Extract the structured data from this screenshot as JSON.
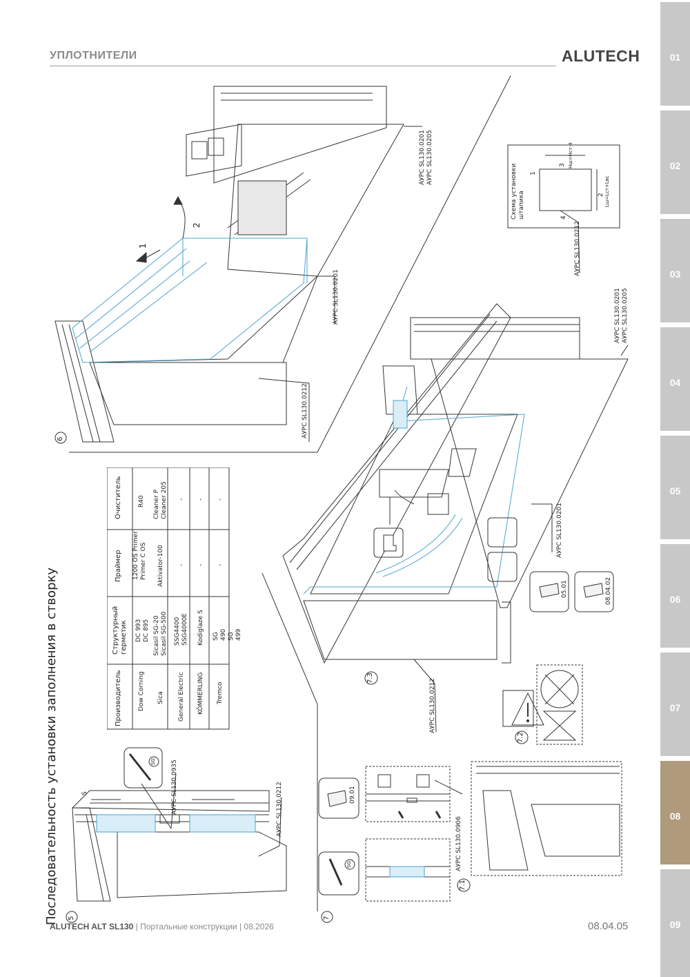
{
  "header": {
    "section_title": "УПЛОТНИТЕЛИ",
    "brand": "ALUTECH"
  },
  "side_tabs": [
    {
      "label": "01",
      "active": false
    },
    {
      "label": "02",
      "active": false
    },
    {
      "label": "03",
      "active": false
    },
    {
      "label": "04",
      "active": false
    },
    {
      "label": "05",
      "active": false
    },
    {
      "label": "06",
      "active": false
    },
    {
      "label": "07",
      "active": false
    },
    {
      "label": "08",
      "active": true
    },
    {
      "label": "09",
      "active": false
    }
  ],
  "page_heading": "Последовательность установки заполнения в створку",
  "table": {
    "headers": [
      "Производитель",
      "Структурный герметик",
      "Праймер",
      "Очиститель"
    ],
    "rows": [
      {
        "maker": "Dow Corning",
        "sealant": "DC 993 DC 895",
        "primer": "1200 OS Primer Primer C OS",
        "cleaner": "R40"
      },
      {
        "maker": "Sica",
        "sealant": "Sicasil SG-20 Sicasil SG-500",
        "primer": "Aktivator-100",
        "cleaner": "Cleaner P Cleaner 205"
      },
      {
        "maker": "General Electric",
        "sealant": "SSG4400 SSG4000E",
        "primer": "-",
        "cleaner": "-"
      },
      {
        "maker": "KÖMMERLING",
        "sealant": "Kodiglaze S",
        "primer": "-",
        "cleaner": "-"
      },
      {
        "maker": "Tremco",
        "sealant": "SG 490 SG 499",
        "primer": "-",
        "cleaner": "-"
      }
    ]
  },
  "labels": {
    "step5": "5",
    "step6": "6",
    "step7": "7",
    "step71": "7.1",
    "step72": "7.2",
    "step73": "7.3",
    "arrow1": "1",
    "arrow2": "2",
    "dim_s": "S",
    "sg": "SG",
    "part_0935": "АУРС SL130.0935",
    "part_0212": "АУРС SL130.0212",
    "part_0201": "АУРС SL130.0201",
    "part_0205": "АУРС SL130.0205",
    "part_0906": "АУРС SL130.0906",
    "code_0901": "09.01",
    "code_0501": "05.01",
    "code_0402": "08.04.02",
    "pin_scheme_title": "Схема установки штапика",
    "pin_n1": "1",
    "pin_n2": "2",
    "pin_n3": "3",
    "pin_n4": "4",
    "pin_formula_h": "Hш=Hст-4",
    "pin_formula_l": "Lш=Lст+Lвс"
  },
  "footer": {
    "product": "ALUTECH ALT SL130",
    "subtitle": " | Портальные конструкции | 08.2026",
    "page_number": "08.04.05"
  }
}
